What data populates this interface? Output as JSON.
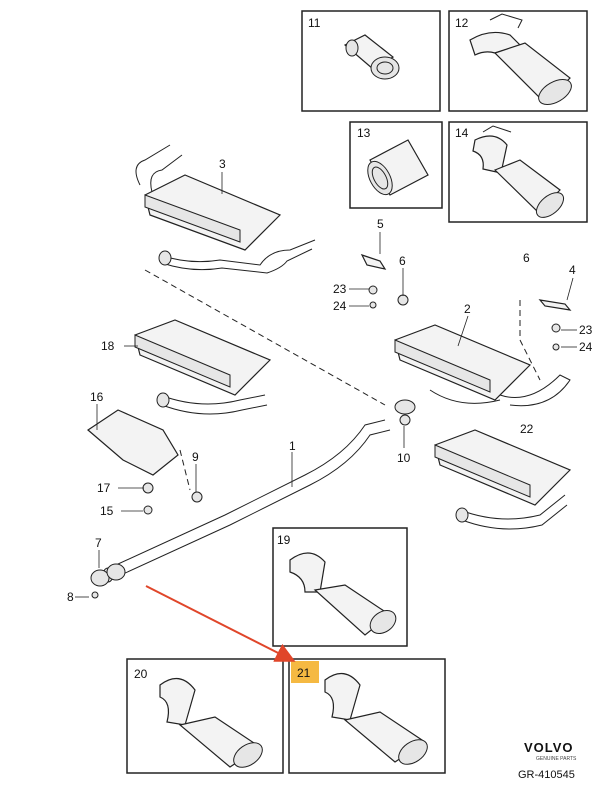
{
  "labels": {
    "l1": "1",
    "l2": "2",
    "l3": "3",
    "l4": "4",
    "l5": "5",
    "l6a": "6",
    "l6b": "6",
    "l7": "7",
    "l8": "8",
    "l9": "9",
    "l10": "10",
    "l11": "11",
    "l12": "12",
    "l13": "13",
    "l14": "14",
    "l15": "15",
    "l16": "16",
    "l17": "17",
    "l18": "18",
    "l19": "19",
    "l20": "20",
    "l21": "21",
    "l22": "22",
    "l23a": "23",
    "l23b": "23",
    "l24a": "24",
    "l24b": "24"
  },
  "brand": {
    "name": "VOLVO",
    "tagline": "GENUINE PARTS",
    "code": "GR-410545"
  },
  "colors": {
    "highlight": "#f5b942",
    "arrow": "#e0462a",
    "ink": "#222222"
  }
}
